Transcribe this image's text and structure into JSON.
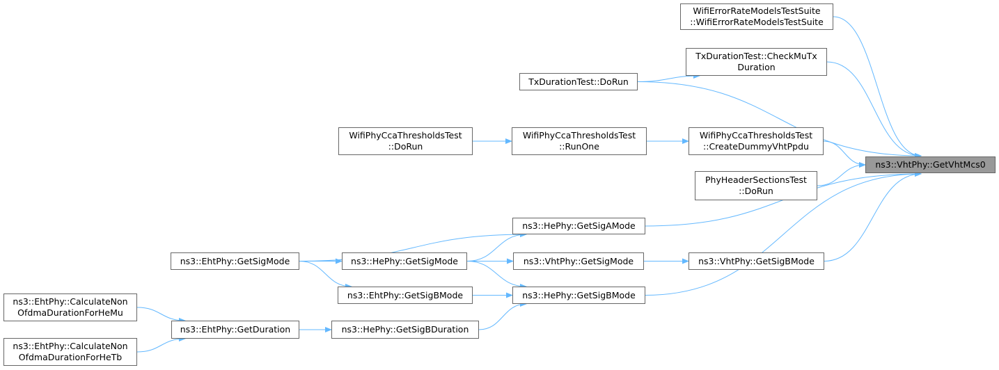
{
  "colors": {
    "edge": "#63b8ff",
    "root_fill": "#999999",
    "node_fill": "#ffffff",
    "node_border": "#666666"
  },
  "nodes": {
    "root": {
      "lines": [
        "ns3::VhtPhy::GetVhtMcs0"
      ]
    },
    "errrate": {
      "lines": [
        "WifiErrorRateModelsTestSuite",
        "::WifiErrorRateModelsTestSuite"
      ]
    },
    "checkmutx": {
      "lines": [
        "TxDurationTest::CheckMuTx",
        "Duration"
      ]
    },
    "txdorun": {
      "lines": [
        "TxDurationTest::DoRun"
      ]
    },
    "ccadorun": {
      "lines": [
        "WifiPhyCcaThresholdsTest",
        "::DoRun"
      ]
    },
    "ccarunone": {
      "lines": [
        "WifiPhyCcaThresholdsTest",
        "::RunOne"
      ]
    },
    "ccadummy": {
      "lines": [
        "WifiPhyCcaThresholdsTest",
        "::CreateDummyVhtPpdu"
      ]
    },
    "phyhdr": {
      "lines": [
        "PhyHeaderSectionsTest",
        "::DoRun"
      ]
    },
    "hesiga": {
      "lines": [
        "ns3::HePhy::GetSigAMode"
      ]
    },
    "ehtsigmode": {
      "lines": [
        "ns3::EhtPhy::GetSigMode"
      ]
    },
    "hesigmode": {
      "lines": [
        "ns3::HePhy::GetSigMode"
      ]
    },
    "vhtsigmode": {
      "lines": [
        "ns3::VhtPhy::GetSigMode"
      ]
    },
    "vhtsigb": {
      "lines": [
        "ns3::VhtPhy::GetSigBMode"
      ]
    },
    "ehtsigb": {
      "lines": [
        "ns3::EhtPhy::GetSigBMode"
      ]
    },
    "hesigb": {
      "lines": [
        "ns3::HePhy::GetSigBMode"
      ]
    },
    "calcmu": {
      "lines": [
        "ns3::EhtPhy::CalculateNon",
        "OfdmaDurationForHeMu"
      ]
    },
    "calctb": {
      "lines": [
        "ns3::EhtPhy::CalculateNon",
        "OfdmaDurationForHeTb"
      ]
    },
    "ehtdur": {
      "lines": [
        "ns3::EhtPhy::GetDuration"
      ]
    },
    "hesigbdur": {
      "lines": [
        "ns3::HePhy::GetSigBDuration"
      ]
    }
  },
  "edges": [
    [
      "errrate",
      "root"
    ],
    [
      "checkmutx",
      "root"
    ],
    [
      "txdorun",
      "checkmutx"
    ],
    [
      "txdorun",
      "root"
    ],
    [
      "ccadorun",
      "ccarunone"
    ],
    [
      "ccarunone",
      "ccadummy"
    ],
    [
      "ccadummy",
      "root"
    ],
    [
      "phyhdr",
      "root"
    ],
    [
      "hesiga",
      "root"
    ],
    [
      "ehtsigmode",
      "hesiga"
    ],
    [
      "hesigmode",
      "hesiga"
    ],
    [
      "ehtsigmode",
      "hesigmode"
    ],
    [
      "hesigmode",
      "vhtsigmode"
    ],
    [
      "vhtsigmode",
      "vhtsigb"
    ],
    [
      "vhtsigb",
      "root"
    ],
    [
      "hesigmode",
      "hesigb"
    ],
    [
      "ehtsigmode",
      "ehtsigb"
    ],
    [
      "ehtsigb",
      "hesigb"
    ],
    [
      "hesigb",
      "root"
    ],
    [
      "calcmu",
      "ehtdur"
    ],
    [
      "calctb",
      "ehtdur"
    ],
    [
      "ehtdur",
      "hesigbdur"
    ],
    [
      "hesigbdur",
      "hesigb"
    ]
  ]
}
